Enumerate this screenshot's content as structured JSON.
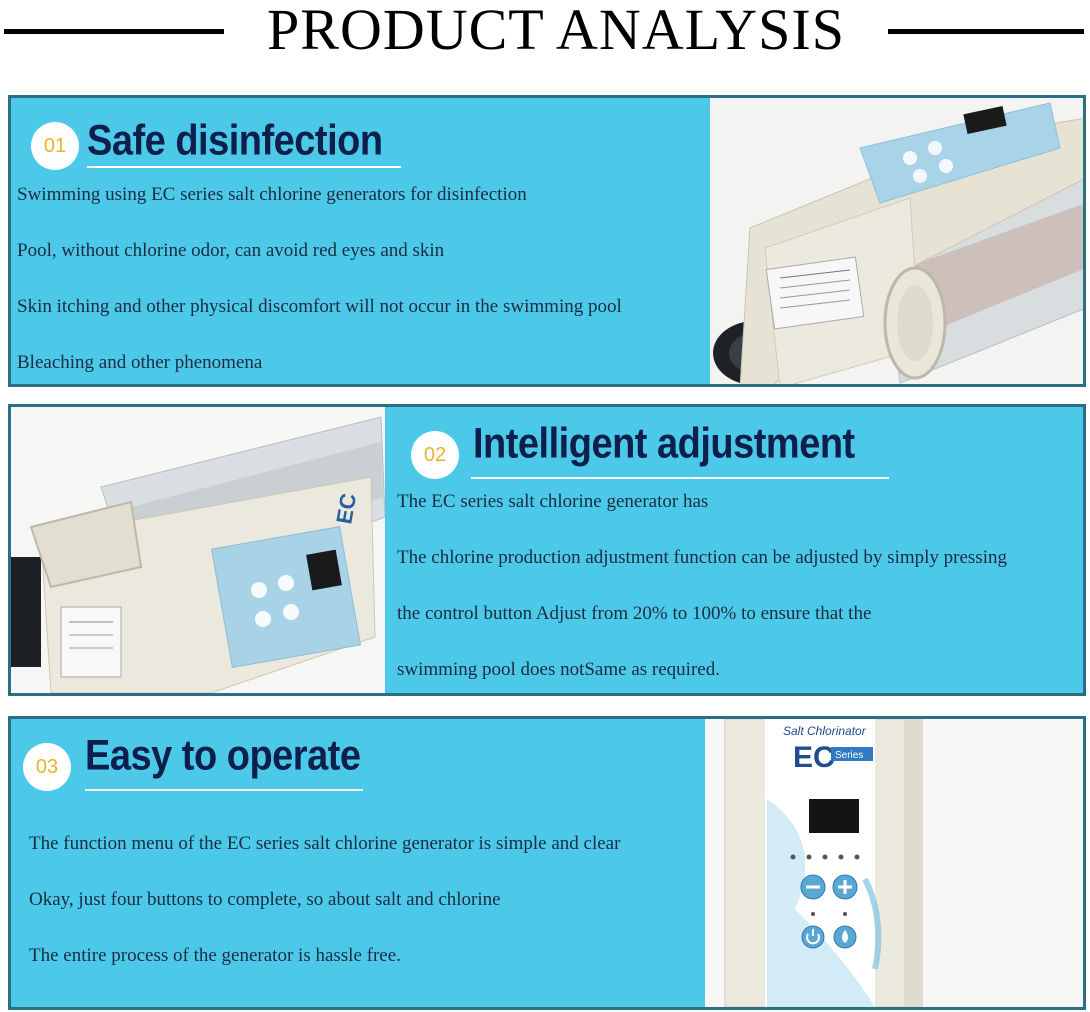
{
  "header": {
    "title": "PRODUCT ANALYSIS"
  },
  "sections": [
    {
      "number": "01",
      "heading": "Safe disinfection",
      "lines": [
        "Swimming using EC series salt chlorine generators for disinfection",
        "Pool, without chlorine odor, can avoid red eyes and skin",
        "Skin itching and other physical discomfort will not occur in the swimming pool",
        "Bleaching and other phenomena"
      ]
    },
    {
      "number": "02",
      "heading": "Intelligent adjustment",
      "lines": [
        "The EC series salt chlorine generator has",
        "The chlorine production adjustment function can be adjusted by simply pressing",
        "the control button Adjust from 20% to 100% to ensure that the",
        "swimming pool does notSame as required."
      ]
    },
    {
      "number": "03",
      "heading": "Easy to operate",
      "lines": [
        "The function menu of the EC series salt chlorine generator is simple and clear",
        "Okay, just four buttons to complete, so about salt and chlorine",
        "The entire process of the generator is hassle free."
      ],
      "device_label": "Salt Chlorinator",
      "device_brand": "EC",
      "device_series": "Series"
    }
  ],
  "colors": {
    "panel": "#4cc9e9",
    "border": "#2a6f86",
    "heading": "#0d1f4a",
    "badge_text": "#e8b42a"
  },
  "icons": [
    "power-icon",
    "minus-icon",
    "plus-icon",
    "water-drop-icon"
  ]
}
